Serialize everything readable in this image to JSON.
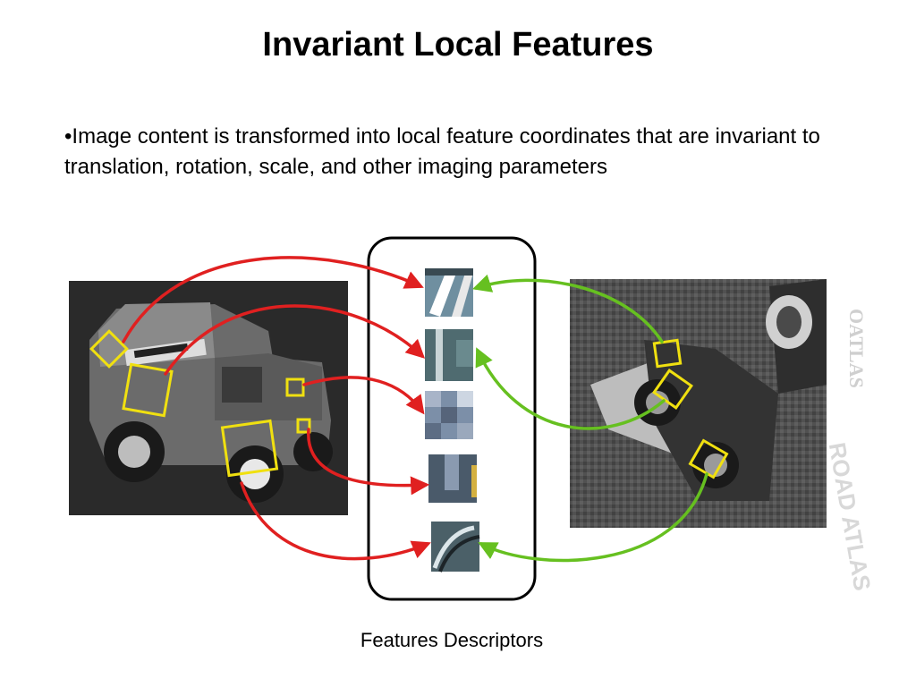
{
  "slide": {
    "title": "Invariant Local Features",
    "bullet": "•Image content is transformed into local feature coordinates that are invariant to translation, rotation, scale, and other imaging parameters",
    "caption": "Features Descriptors"
  },
  "figure": {
    "right_image_text": [
      "ROAD ATLAS",
      "OATLAS"
    ],
    "colors": {
      "left_arrows": "#e02020",
      "right_arrows": "#66c020",
      "feature_box": "#f0e010",
      "panel_border": "#000000"
    }
  }
}
